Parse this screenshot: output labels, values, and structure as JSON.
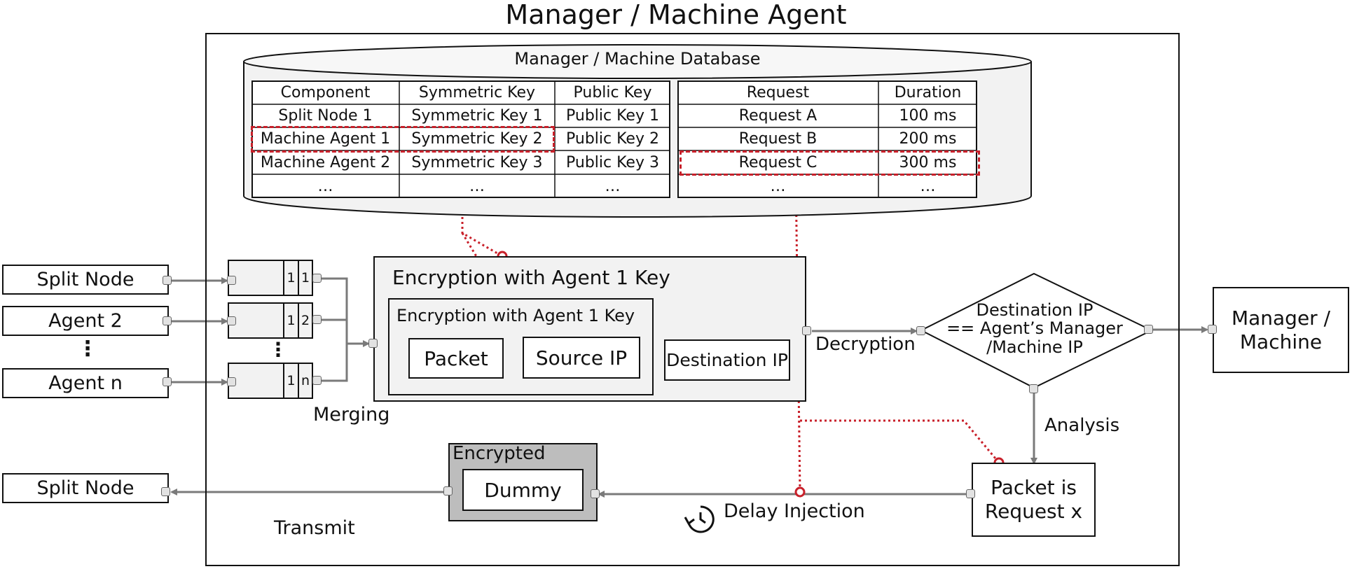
{
  "title": "Manager / Machine Agent",
  "database": {
    "title": "Manager / Machine Database",
    "key_table": {
      "headers": [
        "Component",
        "Symmetric Key",
        "Public Key"
      ],
      "rows": [
        [
          "Split Node 1",
          "Symmetric Key  1",
          "Public Key 1"
        ],
        [
          "Machine Agent 1",
          "Symmetric Key  2",
          "Public Key 2"
        ],
        [
          "Machine Agent 2",
          "Symmetric Key  3",
          "Public Key 3"
        ],
        [
          "…",
          "…",
          "…"
        ]
      ],
      "highlighted_row": 1
    },
    "request_table": {
      "headers": [
        "Request",
        "Duration"
      ],
      "rows": [
        [
          "Request A",
          "100 ms"
        ],
        [
          "Request B",
          "200 ms"
        ],
        [
          "Request C",
          "300 ms"
        ],
        [
          "…",
          "…"
        ]
      ],
      "highlighted_row": 2
    }
  },
  "inputs": [
    {
      "label": "Split Node",
      "queue": [
        "1",
        "1"
      ]
    },
    {
      "label": "Agent 2",
      "queue": [
        "1",
        "2"
      ]
    },
    {
      "label": "Agent n",
      "queue": [
        "1",
        "n"
      ]
    }
  ],
  "vertical_ellipsis": "⋮",
  "merging_label": "Merging",
  "outer_encryption_label": "Encryption with Agent 1 Key",
  "inner_encryption_label": "Encryption with Agent 1 Key",
  "packet_label": "Packet",
  "source_ip_label": "Source IP",
  "destination_ip_label": "Destination IP",
  "decryption_label": "Decryption",
  "decision_lines": [
    "Destination IP",
    "== Agent’s Manager",
    "/Machine IP"
  ],
  "manager_machine_lines": [
    "Manager /",
    "Machine"
  ],
  "analysis_label": "Analysis",
  "packet_request_lines": [
    "Packet is",
    "Request x"
  ],
  "delay_injection_label": "Delay Injection",
  "encrypted_label": "Encrypted",
  "dummy_label": "Dummy",
  "transmit_label": "Transmit",
  "output_label": "Split Node",
  "colors": {
    "highlight": "#c8202a",
    "arrow": "#7a7a7a",
    "panel": "#f2f2f2",
    "encrypted": "#bdbdbd"
  }
}
